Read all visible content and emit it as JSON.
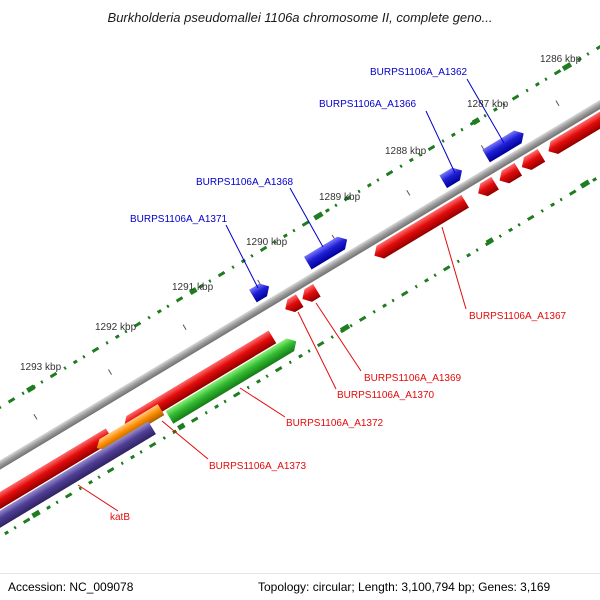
{
  "title": "Burkholderia pseudomallei 1106a chromosome II, complete geno...",
  "footer": {
    "accession": "Accession: NC_009078",
    "summary": "Topology: circular; Length: 3,100,794 bp; Genes: 3,169"
  },
  "ruler": {
    "unit": "kbp",
    "ticks": [
      "1286 kbp",
      "1287 kbp",
      "1288 kbp",
      "1289 kbp",
      "1290 kbp",
      "1291 kbp",
      "1292 kbp",
      "1293 kbp"
    ]
  },
  "genes": {
    "a1362": {
      "label": "BURPS1106A_A1362",
      "strand": "+",
      "color": "blue"
    },
    "a1366": {
      "label": "BURPS1106A_A1366",
      "strand": "+",
      "color": "blue"
    },
    "a1368": {
      "label": "BURPS1106A_A1368",
      "strand": "+",
      "color": "blue"
    },
    "a1371": {
      "label": "BURPS1106A_A1371",
      "strand": "+",
      "color": "blue"
    },
    "a1367": {
      "label": "BURPS1106A_A1367",
      "strand": "-",
      "color": "red"
    },
    "a1369": {
      "label": "BURPS1106A_A1369",
      "strand": "-",
      "color": "red"
    },
    "a1370": {
      "label": "BURPS1106A_A1370",
      "strand": "-",
      "color": "red"
    },
    "a1372": {
      "label": "BURPS1106A_A1372",
      "strand": "-",
      "color": "green"
    },
    "a1373": {
      "label": "BURPS1106A_A1373",
      "strand": "-",
      "color": "orange"
    },
    "katB": {
      "label": "katB",
      "strand": "-",
      "color": "darkslateblue"
    }
  },
  "colors": {
    "forward_gene": "#1f1fd4",
    "reverse_gene": "#e30b0b",
    "special_green": "#33bb33",
    "special_orange": "#ff8c00",
    "katB_gene": "#4f3f96",
    "backbone": "#a0a0a0",
    "minor_feature_dots": "#1e7d1e",
    "label_blue": "#0000cc",
    "label_red": "#e30b0b"
  }
}
